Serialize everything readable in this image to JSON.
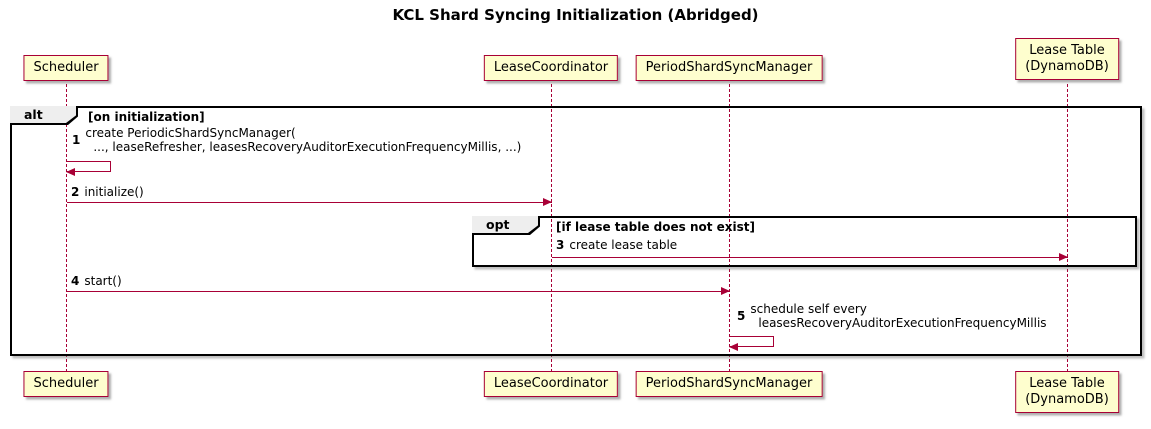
{
  "title": "KCL Shard Syncing Initialization (Abridged)",
  "participants": [
    {
      "id": "scheduler",
      "lines": [
        "Scheduler"
      ]
    },
    {
      "id": "lease-coordinator",
      "lines": [
        "LeaseCoordinator"
      ]
    },
    {
      "id": "period-shard-sync-manager",
      "lines": [
        "PeriodShardSyncManager"
      ]
    },
    {
      "id": "lease-table",
      "lines": [
        "Lease Table",
        "(DynamoDB)"
      ]
    }
  ],
  "frames": {
    "alt": {
      "label": "alt",
      "condition": "[on initialization]"
    },
    "opt": {
      "label": "opt",
      "condition": "[if lease table does not exist]"
    }
  },
  "messages": [
    {
      "num": "1",
      "lines": [
        "create PeriodicShardSyncManager(",
        "..., leaseRefresher, leasesRecoveryAuditorExecutionFrequencyMillis, ...)"
      ]
    },
    {
      "num": "2",
      "lines": [
        "initialize()"
      ]
    },
    {
      "num": "3",
      "lines": [
        "create lease table"
      ]
    },
    {
      "num": "4",
      "lines": [
        "start()"
      ]
    },
    {
      "num": "5",
      "lines": [
        "schedule self every",
        "leasesRecoveryAuditorExecutionFrequencyMillis"
      ]
    }
  ],
  "colors": {
    "participant_fill": "#FEFECE",
    "participant_border": "#A80036",
    "lifeline": "#A80036",
    "arrow": "#A80036",
    "frame_border": "#000000",
    "frame_tab_fill": "#EEEEEE",
    "background": "#FFFFFF"
  }
}
